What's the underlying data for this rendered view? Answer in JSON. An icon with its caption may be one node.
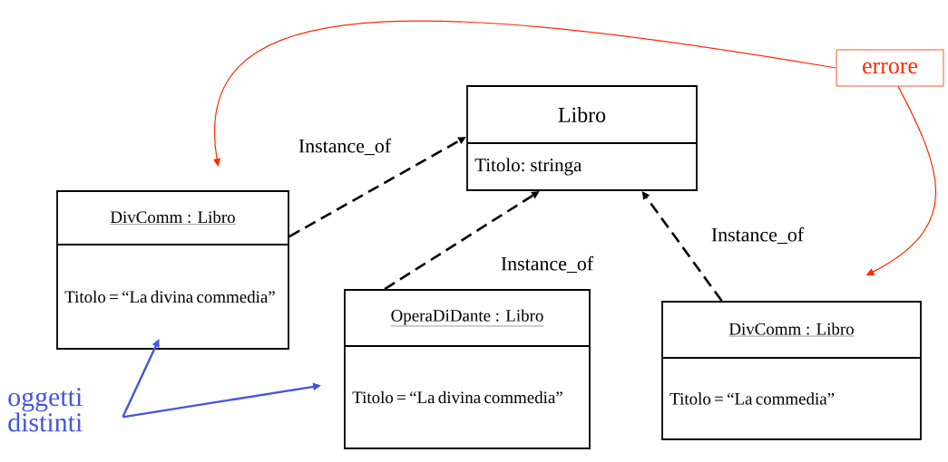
{
  "diagram": {
    "nodes": [
      {
        "text": [
          "Libro",
          "Titolo: stringa"
        ]
      },
      {
        "text": [
          "DivComm : Libro",
          "Titolo = “La divina commedia”"
        ]
      },
      {
        "text": [
          "OperaDiDante : Libro",
          "Titolo = “La divina commedia”"
        ]
      },
      {
        "text": [
          "DivComm : Libro",
          "Titolo = “La commedia”"
        ]
      },
      {
        "text": [
          "errore"
        ]
      },
      {
        "text": [
          "oggetti distinti"
        ]
      }
    ],
    "edges": [
      {
        "from": 1,
        "to": 0,
        "arrow": "to",
        "style": "dashed",
        "label": "Instance_of"
      },
      {
        "from": 2,
        "to": 0,
        "arrow": "to",
        "style": "dashed",
        "label": "Instance_of"
      },
      {
        "from": 3,
        "to": 0,
        "arrow": "to",
        "style": "dashed",
        "label": "Instance_of"
      },
      {
        "from": 4,
        "to": 1,
        "arrow": "to",
        "color": "#ff2a00"
      },
      {
        "from": 4,
        "to": 3,
        "arrow": "to",
        "color": "#ff2a00"
      },
      {
        "from": 5,
        "to": 1,
        "arrow": "to",
        "color": "#4455dd"
      },
      {
        "from": 5,
        "to": 2,
        "arrow": "to",
        "color": "#4455dd"
      }
    ]
  }
}
